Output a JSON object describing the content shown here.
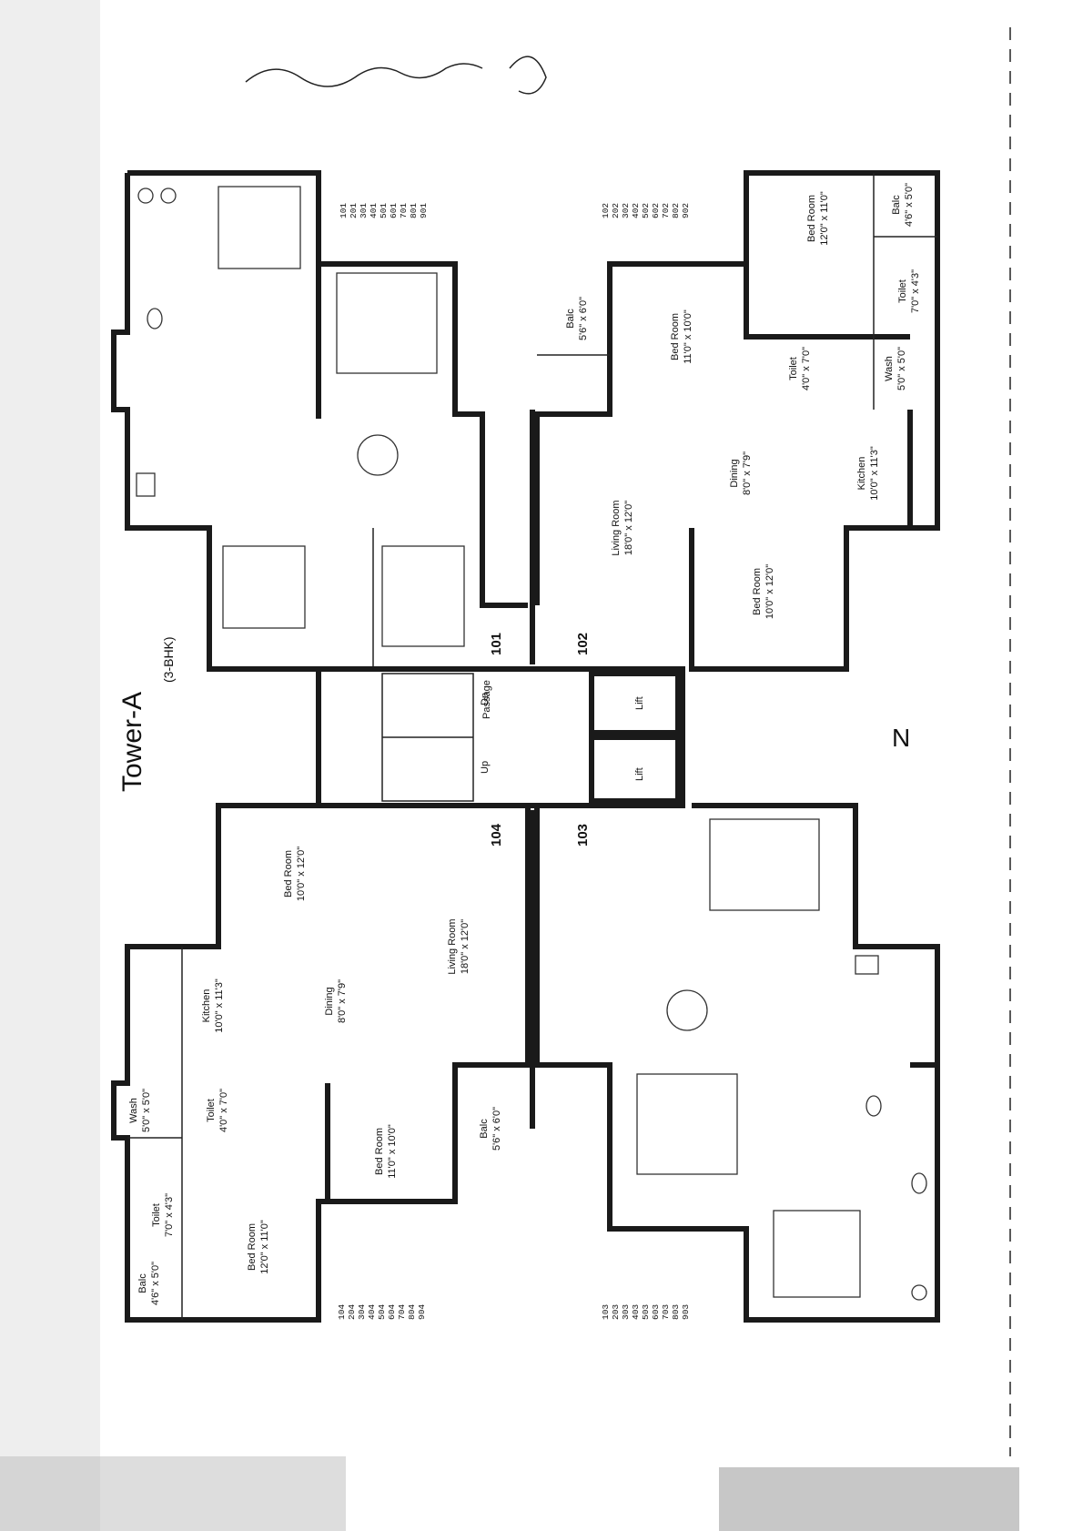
{
  "title": "Tower-A",
  "subtitle": "(3-BHK)",
  "north_label": "N",
  "signature": "ஜெ. ராஜசேகரன்",
  "core": {
    "passage": "Passage",
    "lift_1": "Lift",
    "lift_2": "Lift",
    "up": "Up",
    "dn": "Dn"
  },
  "unit_numbers": {
    "u101": "101",
    "u102": "102",
    "u103": "103",
    "u104": "104"
  },
  "flat_columns": [
    [
      "101",
      "201",
      "301",
      "401",
      "501",
      "601",
      "701",
      "801",
      "901"
    ],
    [
      "102",
      "202",
      "302",
      "402",
      "502",
      "602",
      "702",
      "802",
      "902"
    ],
    [
      "104",
      "204",
      "304",
      "404",
      "504",
      "604",
      "704",
      "804",
      "904"
    ],
    [
      "103",
      "203",
      "303",
      "403",
      "503",
      "603",
      "703",
      "803",
      "903"
    ]
  ],
  "rooms": [
    {
      "id": "u102-bal",
      "name": "Balc",
      "size": "4'6\" x 5'0\""
    },
    {
      "id": "u102-bed1",
      "name": "Bed Room",
      "size": "12'0\" x 11'0\""
    },
    {
      "id": "u102-toilet1",
      "name": "Toilet",
      "size": "7'0\" x 4'3\""
    },
    {
      "id": "u102-bed2",
      "name": "Bed Room",
      "size": "11'0\" x 10'0\""
    },
    {
      "id": "u102-balc2",
      "name": "Balc",
      "size": "5'6\" x 6'0\""
    },
    {
      "id": "u102-toilet2",
      "name": "Toilet",
      "size": "4'0\" x 7'0\""
    },
    {
      "id": "u102-wash",
      "name": "Wash",
      "size": "5'0\" x 5'0\""
    },
    {
      "id": "u102-dining",
      "name": "Dining",
      "size": "8'0\" x 7'9\""
    },
    {
      "id": "u102-kitchen",
      "name": "Kitchen",
      "size": "10'0\" x 11'3\""
    },
    {
      "id": "u102-living",
      "name": "Living Room",
      "size": "18'0\" x 12'0\""
    },
    {
      "id": "u102-bed3",
      "name": "Bed Room",
      "size": "10'0\" x 12'0\""
    },
    {
      "id": "u104-bed3",
      "name": "Bed Room",
      "size": "10'0\" x 12'0\""
    },
    {
      "id": "u104-living",
      "name": "Living Room",
      "size": "18'0\" x 12'0\""
    },
    {
      "id": "u104-kitchen",
      "name": "Kitchen",
      "size": "10'0\" x 11'3\""
    },
    {
      "id": "u104-dining",
      "name": "Dining",
      "size": "8'0\" x 7'9\""
    },
    {
      "id": "u104-wash",
      "name": "Wash",
      "size": "5'0\" x 5'0\""
    },
    {
      "id": "u104-toilet2",
      "name": "Toilet",
      "size": "4'0\" x 7'0\""
    },
    {
      "id": "u104-balc2",
      "name": "Balc",
      "size": "5'6\" x 6'0\""
    },
    {
      "id": "u104-bed2",
      "name": "Bed Room",
      "size": "11'0\" x 10'0\""
    },
    {
      "id": "u104-toilet1",
      "name": "Toilet",
      "size": "7'0\" x 4'3\""
    },
    {
      "id": "u104-bed1",
      "name": "Bed Room",
      "size": "12'0\" x 11'0\""
    },
    {
      "id": "u104-bal",
      "name": "Balc",
      "size": "4'6\" x 5'0\""
    }
  ]
}
